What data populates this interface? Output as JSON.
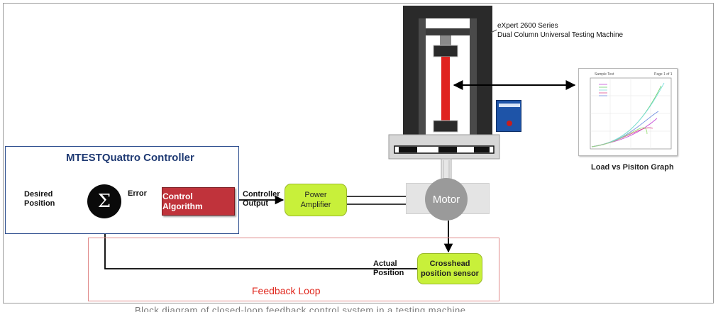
{
  "controller": {
    "title": "MTESTQuattro Controller"
  },
  "labels": {
    "desired_line1": "Desired",
    "desired_line2": "Position",
    "error": "Error",
    "controller_output_line1": "Controller",
    "controller_output_line2": "Output",
    "actual_line1": "Actual",
    "actual_line2": "Position"
  },
  "blocks": {
    "summation_symbol": "Σ",
    "control_algorithm": "Control Algorithm",
    "power_amplifier_line1": "Power",
    "power_amplifier_line2": "Amplifier",
    "motor": "Motor",
    "sensor_line1": "Crosshead",
    "sensor_line2": "position sensor"
  },
  "feedback": {
    "label": "Feedback Loop"
  },
  "machine": {
    "caption_line1": "eXpert 2600 Series",
    "caption_line2": "Dual Column Universal Testing Machine"
  },
  "graph": {
    "caption": "Load vs Pisiton Graph",
    "header_left": "Sample Test",
    "header_right": "Page 1 of 1",
    "series_colors": [
      "#c64fd8",
      "#6fd06f",
      "#7fe0e0",
      "#e04f8f",
      "#6f8fe0",
      "#a0e080"
    ]
  },
  "colors": {
    "controller_border": "#2f4f8f",
    "algorithm": "#c0333b",
    "amplifier": "#c8f03a",
    "feedback_border": "#e08a8a",
    "feedback_text": "#e0281e",
    "specimen": "#e0231f"
  },
  "bottom_caption": "Block diagram of closed-loop feedback control system in a testing machine"
}
